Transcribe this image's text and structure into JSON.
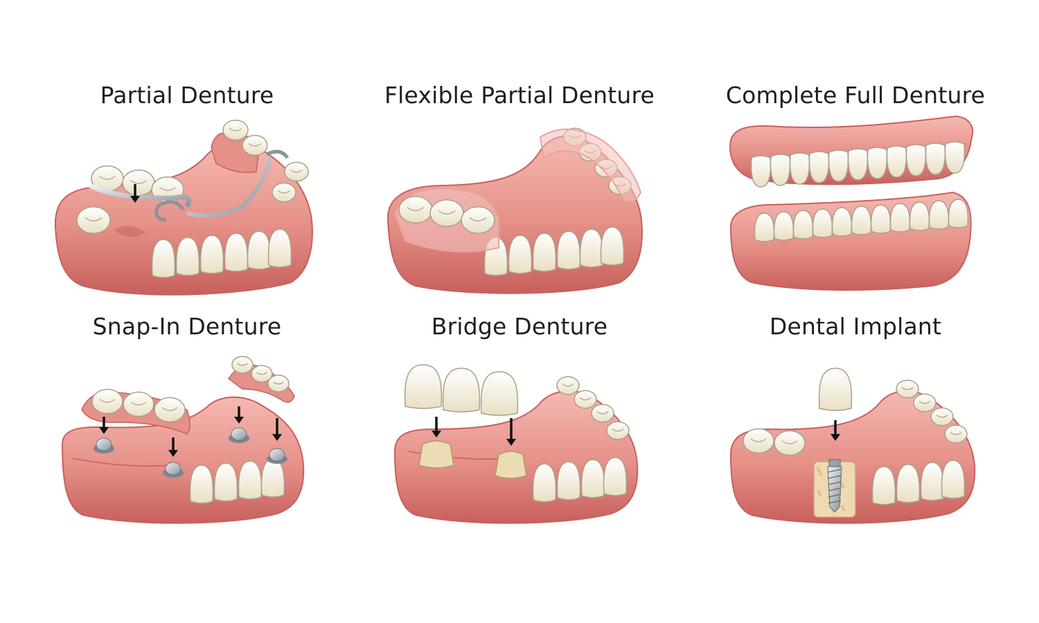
{
  "panels": [
    {
      "title": "Partial Denture",
      "illustration": "partial-denture-illustration"
    },
    {
      "title": "Flexible Partial Denture",
      "illustration": "flexible-partial-denture-illustration"
    },
    {
      "title": "Complete Full Denture",
      "illustration": "complete-full-denture-illustration"
    },
    {
      "title": "Snap-In Denture",
      "illustration": "snap-in-denture-illustration"
    },
    {
      "title": "Bridge Denture",
      "illustration": "bridge-denture-illustration"
    },
    {
      "title": "Dental Implant",
      "illustration": "dental-implant-illustration"
    }
  ],
  "colors": {
    "gum": "#e59088",
    "gum_dark": "#c8605c",
    "gum_light": "#f5b9b2",
    "tooth": "#f7f1e1",
    "tooth_outline": "#a8a08a",
    "metal": "#c4c8cc",
    "arrow": "#111111",
    "bone": "#efd9b2"
  }
}
